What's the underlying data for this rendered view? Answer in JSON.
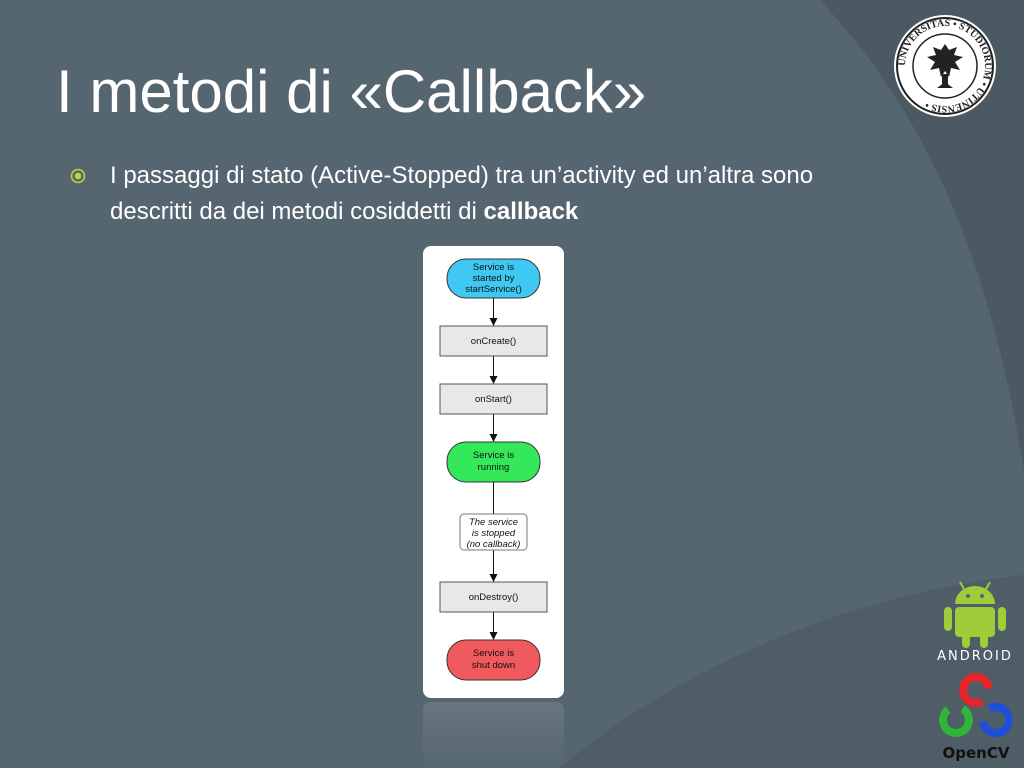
{
  "slide": {
    "title": "I metodi di «Callback»",
    "bullet": {
      "text": "I passaggi di stato (Active-Stopped) tra un’activity ed un’altra sono descritti da dei metodi cosiddetti di ",
      "bold": "callback"
    }
  },
  "seal": {
    "ring_text": "UNIVERSITAS • STUDIORUM • UTINENSIS •"
  },
  "diagram": {
    "start_lines": [
      "Service is",
      "started by",
      "startService()"
    ],
    "on_create": "onCreate()",
    "on_start": "onStart()",
    "running_lines": [
      "Service is",
      "running"
    ],
    "stopped_lines": [
      "The service",
      "is stopped",
      "(no callback)"
    ],
    "on_destroy": "onDestroy()",
    "end_lines": [
      "Service is",
      "shut down"
    ],
    "colors": {
      "start": "#3fc8f4",
      "running": "#35e85a",
      "end": "#f05a5c",
      "method_box": "#e8e8e8"
    }
  },
  "logos": {
    "android_wordmark": "ANDROID",
    "opencv_wordmark": "OpenCV"
  },
  "theme": {
    "background": "#566670",
    "swoosh": "#4a5962",
    "bullet_color": "#bfd34a"
  }
}
